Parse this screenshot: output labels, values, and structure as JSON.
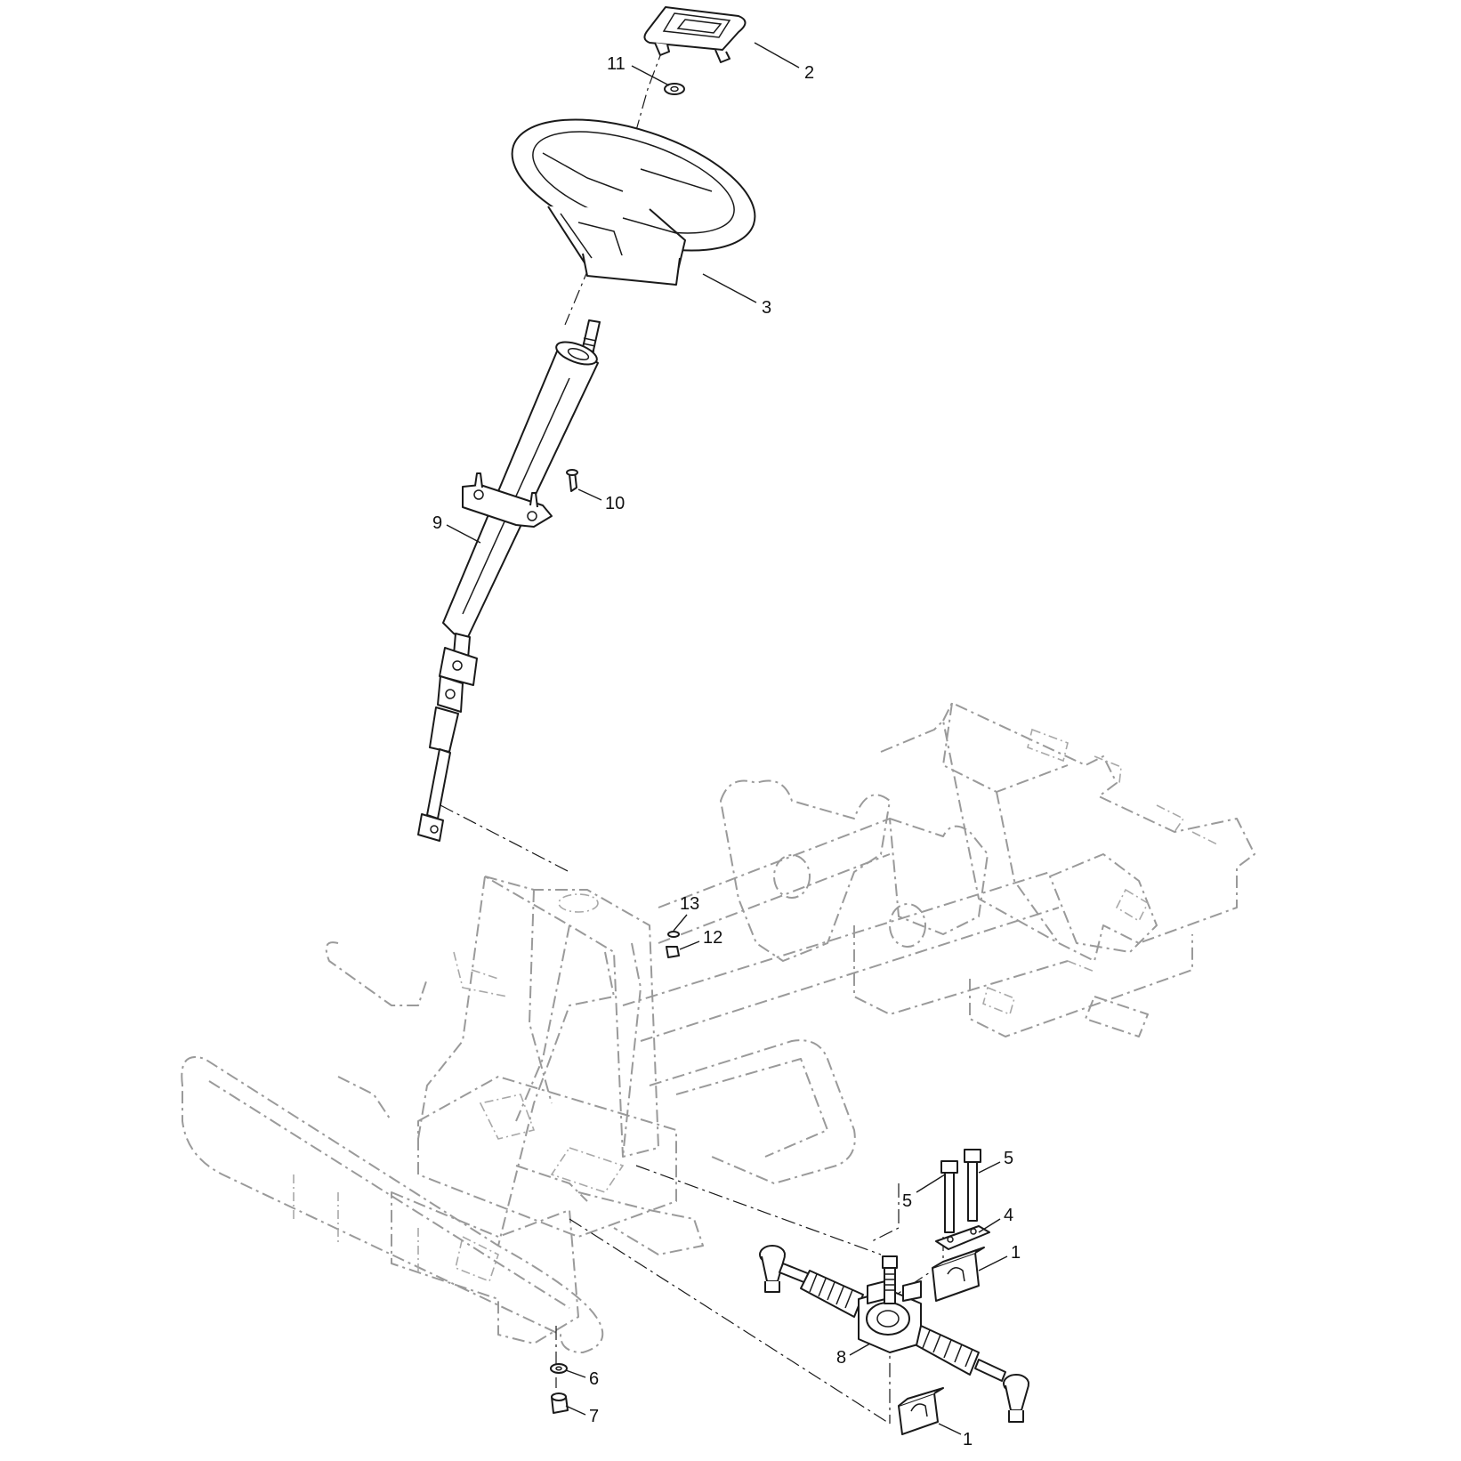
{
  "diagram": {
    "line_color": "#1a1a1a",
    "frame_color": "#9a9a9a",
    "callouts": [
      {
        "id": "c11",
        "label": "11"
      },
      {
        "id": "c2",
        "label": "2"
      },
      {
        "id": "c3",
        "label": "3"
      },
      {
        "id": "c10",
        "label": "10"
      },
      {
        "id": "c9",
        "label": "9"
      },
      {
        "id": "c13",
        "label": "13"
      },
      {
        "id": "c12",
        "label": "12"
      },
      {
        "id": "c5a",
        "label": "5"
      },
      {
        "id": "c5b",
        "label": "5"
      },
      {
        "id": "c4",
        "label": "4"
      },
      {
        "id": "c1a",
        "label": "1"
      },
      {
        "id": "c6",
        "label": "6"
      },
      {
        "id": "c8",
        "label": "8"
      },
      {
        "id": "c7",
        "label": "7"
      },
      {
        "id": "c1b",
        "label": "1"
      }
    ]
  }
}
